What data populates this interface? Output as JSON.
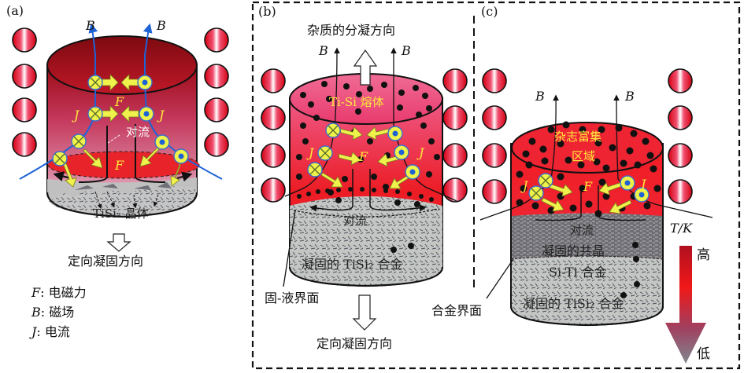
{
  "panels": {
    "a": {
      "tag": "(a)",
      "B": "B",
      "F": "F",
      "J": "J",
      "convection": "对流",
      "crystal": "TiSi₂ 晶体",
      "direction": "定向凝固方向",
      "legend": [
        {
          "sym": "F",
          "text": ": 电磁力"
        },
        {
          "sym": "B",
          "text": ": 磁场"
        },
        {
          "sym": "J",
          "text": ": 电流"
        }
      ]
    },
    "b": {
      "tag": "(b)",
      "impurity_direction": "杂质的分凝方向",
      "B": "B",
      "melt": "Ti-Si 熔体",
      "F": "F",
      "J": "J",
      "convection": "对流",
      "solid": "凝固的 TiSi₂ 合金",
      "interface": "固-液界面",
      "direction": "定向凝固方向"
    },
    "c": {
      "tag": "(c)",
      "B": "B",
      "impurity_region_1": "杂志富集",
      "impurity_region_2": "区域",
      "F": "F",
      "J": "J",
      "convection": "对流",
      "eutectic_1": "凝固的共晶",
      "eutectic_2": "Si-Ti 合金",
      "solid": "凝固的 TiSi₂ 合金",
      "interface": "合金界面",
      "temp_label": "T/K",
      "high": "高",
      "low": "低"
    }
  },
  "colors": {
    "coil_red": "#e8101a",
    "melt_red": "#e6202a",
    "arrow_yellow": "#eef24a",
    "field_blue": "#1e63d6",
    "solid_gray": "#b8b8b8",
    "label_yellow": "#ffe93b"
  }
}
